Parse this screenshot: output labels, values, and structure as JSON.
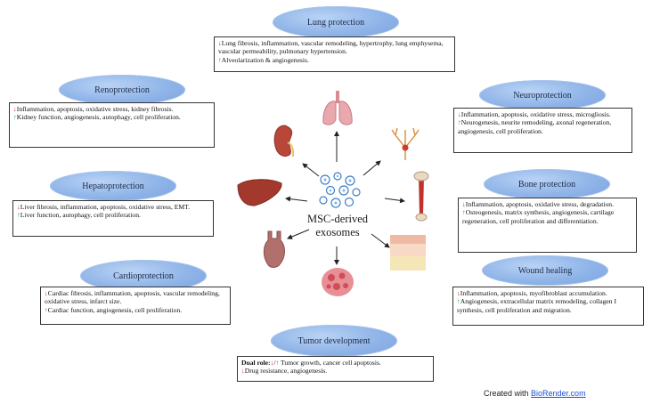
{
  "center": {
    "label_line1": "MSC-derived",
    "label_line2": "exosomes"
  },
  "lung": {
    "title": "Lung protection",
    "down_text": "Lung fibrosis, inflammation, vascular remodeling, hypertrophy, lung emphysema, vascular permeability, pulmonary hypertension.",
    "up_text": "Alveolarization  & angiogenesis."
  },
  "renal": {
    "title": "Renoprotection",
    "down_text": "Inflammation,  apoptosis, oxidative stress, kidney fibrosis.",
    "up_text": "Kidney function, angiogenesis, autophagy, cell proliferation."
  },
  "neuro": {
    "title": "Neuroprotection",
    "down_text": "Inflammation, apoptosis, oxidative stress, microgliosis.",
    "up_text": "Neurogenesis, neurite remodeling, axonal regeneration, angiogenesis,  cell proliferation."
  },
  "hepato": {
    "title": "Hepatoprotection",
    "down_text": "Liver fibrosis,  inflammation,  apoptosis, oxidative  stress, EMT.",
    "up_text": "Liver function, autophagy, cell proliferation."
  },
  "bone": {
    "title": "Bone protection",
    "down_text": "Inflammation, apoptosis, oxidative stress, degradation.",
    "up_text": "Osteogenesis, matrix synthesis, angiogenesis, cartilage regeneration, cell proliferation and differentiation."
  },
  "cardio": {
    "title": "Cardioprotection",
    "down_text": "Cardiac fibrosis,  inflammation,  apoptosis, vascular remodeling, oxidative stress, infarct size.",
    "up_text": "Cardiac function,  angiogenesis,  cell proliferation."
  },
  "wound": {
    "title": "Wound healing",
    "down_text": "Inflammation, apoptosis, myofibroblast accumulation.",
    "up_text": "Angiogenesis, extracellular matrix remodeling, collagen I synthesis, cell proliferation and migration."
  },
  "tumor": {
    "title": "Tumor development",
    "dual_label": "Dual role:",
    "dual_text": "Tumor growth,  cancer cell apoptosis.",
    "down_text": "Drug resistance, angiogenesis."
  },
  "credit": {
    "prefix": "Created with ",
    "link": "BioRender.com"
  },
  "colors": {
    "down_arrow": "#c0182a",
    "up_arrow": "#1e9a3a",
    "oval": "#8fb4e8"
  }
}
